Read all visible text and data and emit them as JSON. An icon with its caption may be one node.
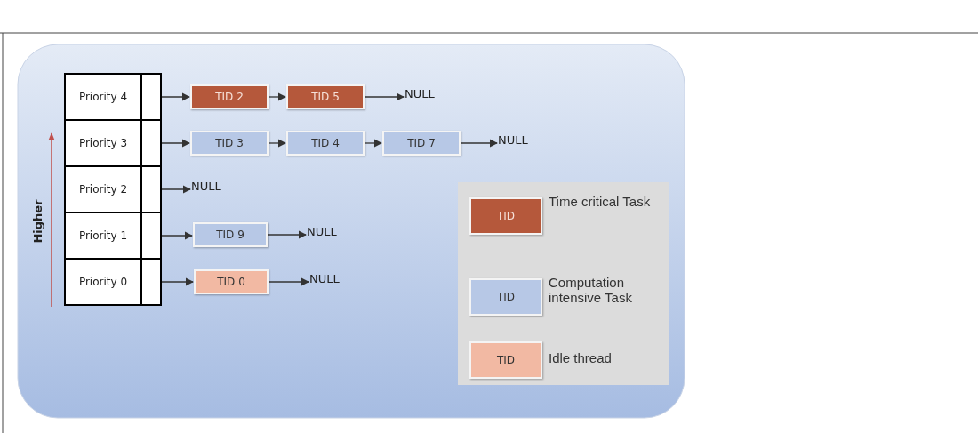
{
  "diagram": {
    "nodes": [
      {
        "text": [
          "Priority 4"
        ]
      },
      {
        "text": [
          "Priority 3"
        ]
      },
      {
        "text": [
          "Priority 2"
        ]
      },
      {
        "text": [
          "Priority 1"
        ]
      },
      {
        "text": [
          "Priority 0"
        ]
      },
      {
        "text": [
          "TID 2"
        ]
      },
      {
        "text": [
          "TID 5"
        ]
      },
      {
        "text": [
          "NULL"
        ]
      },
      {
        "text": [
          "TID 3"
        ]
      },
      {
        "text": [
          "TID 4"
        ]
      },
      {
        "text": [
          "TID 7"
        ]
      },
      {
        "text": [
          "NULL"
        ]
      },
      {
        "text": [
          "NULL"
        ]
      },
      {
        "text": [
          "TID 9"
        ]
      },
      {
        "text": [
          "NULL"
        ]
      },
      {
        "text": [
          "TID 0"
        ]
      },
      {
        "text": [
          "NULL"
        ]
      }
    ],
    "edges": [
      {
        "from": 0,
        "to": 5,
        "arrow": "to"
      },
      {
        "from": 5,
        "to": 6,
        "arrow": "to"
      },
      {
        "from": 6,
        "to": 7,
        "arrow": "to"
      },
      {
        "from": 1,
        "to": 8,
        "arrow": "to"
      },
      {
        "from": 8,
        "to": 9,
        "arrow": "to"
      },
      {
        "from": 9,
        "to": 10,
        "arrow": "to"
      },
      {
        "from": 10,
        "to": 11,
        "arrow": "to"
      },
      {
        "from": 2,
        "to": 12,
        "arrow": "to"
      },
      {
        "from": 3,
        "to": 13,
        "arrow": "to"
      },
      {
        "from": 13,
        "to": 14,
        "arrow": "to"
      },
      {
        "from": 4,
        "to": 15,
        "arrow": "to"
      },
      {
        "from": 15,
        "to": 16,
        "arrow": "to"
      }
    ],
    "labels": [
      "Higher",
      "TID",
      "TID",
      "TID"
    ],
    "legend": [
      {
        "text": "Time critical Task",
        "color": "#b5583b"
      },
      {
        "text": "Computation intensive Task",
        "color": "#b7c8e6"
      },
      {
        "text": "Idle thread",
        "color": "#f2b9a3"
      }
    ]
  }
}
